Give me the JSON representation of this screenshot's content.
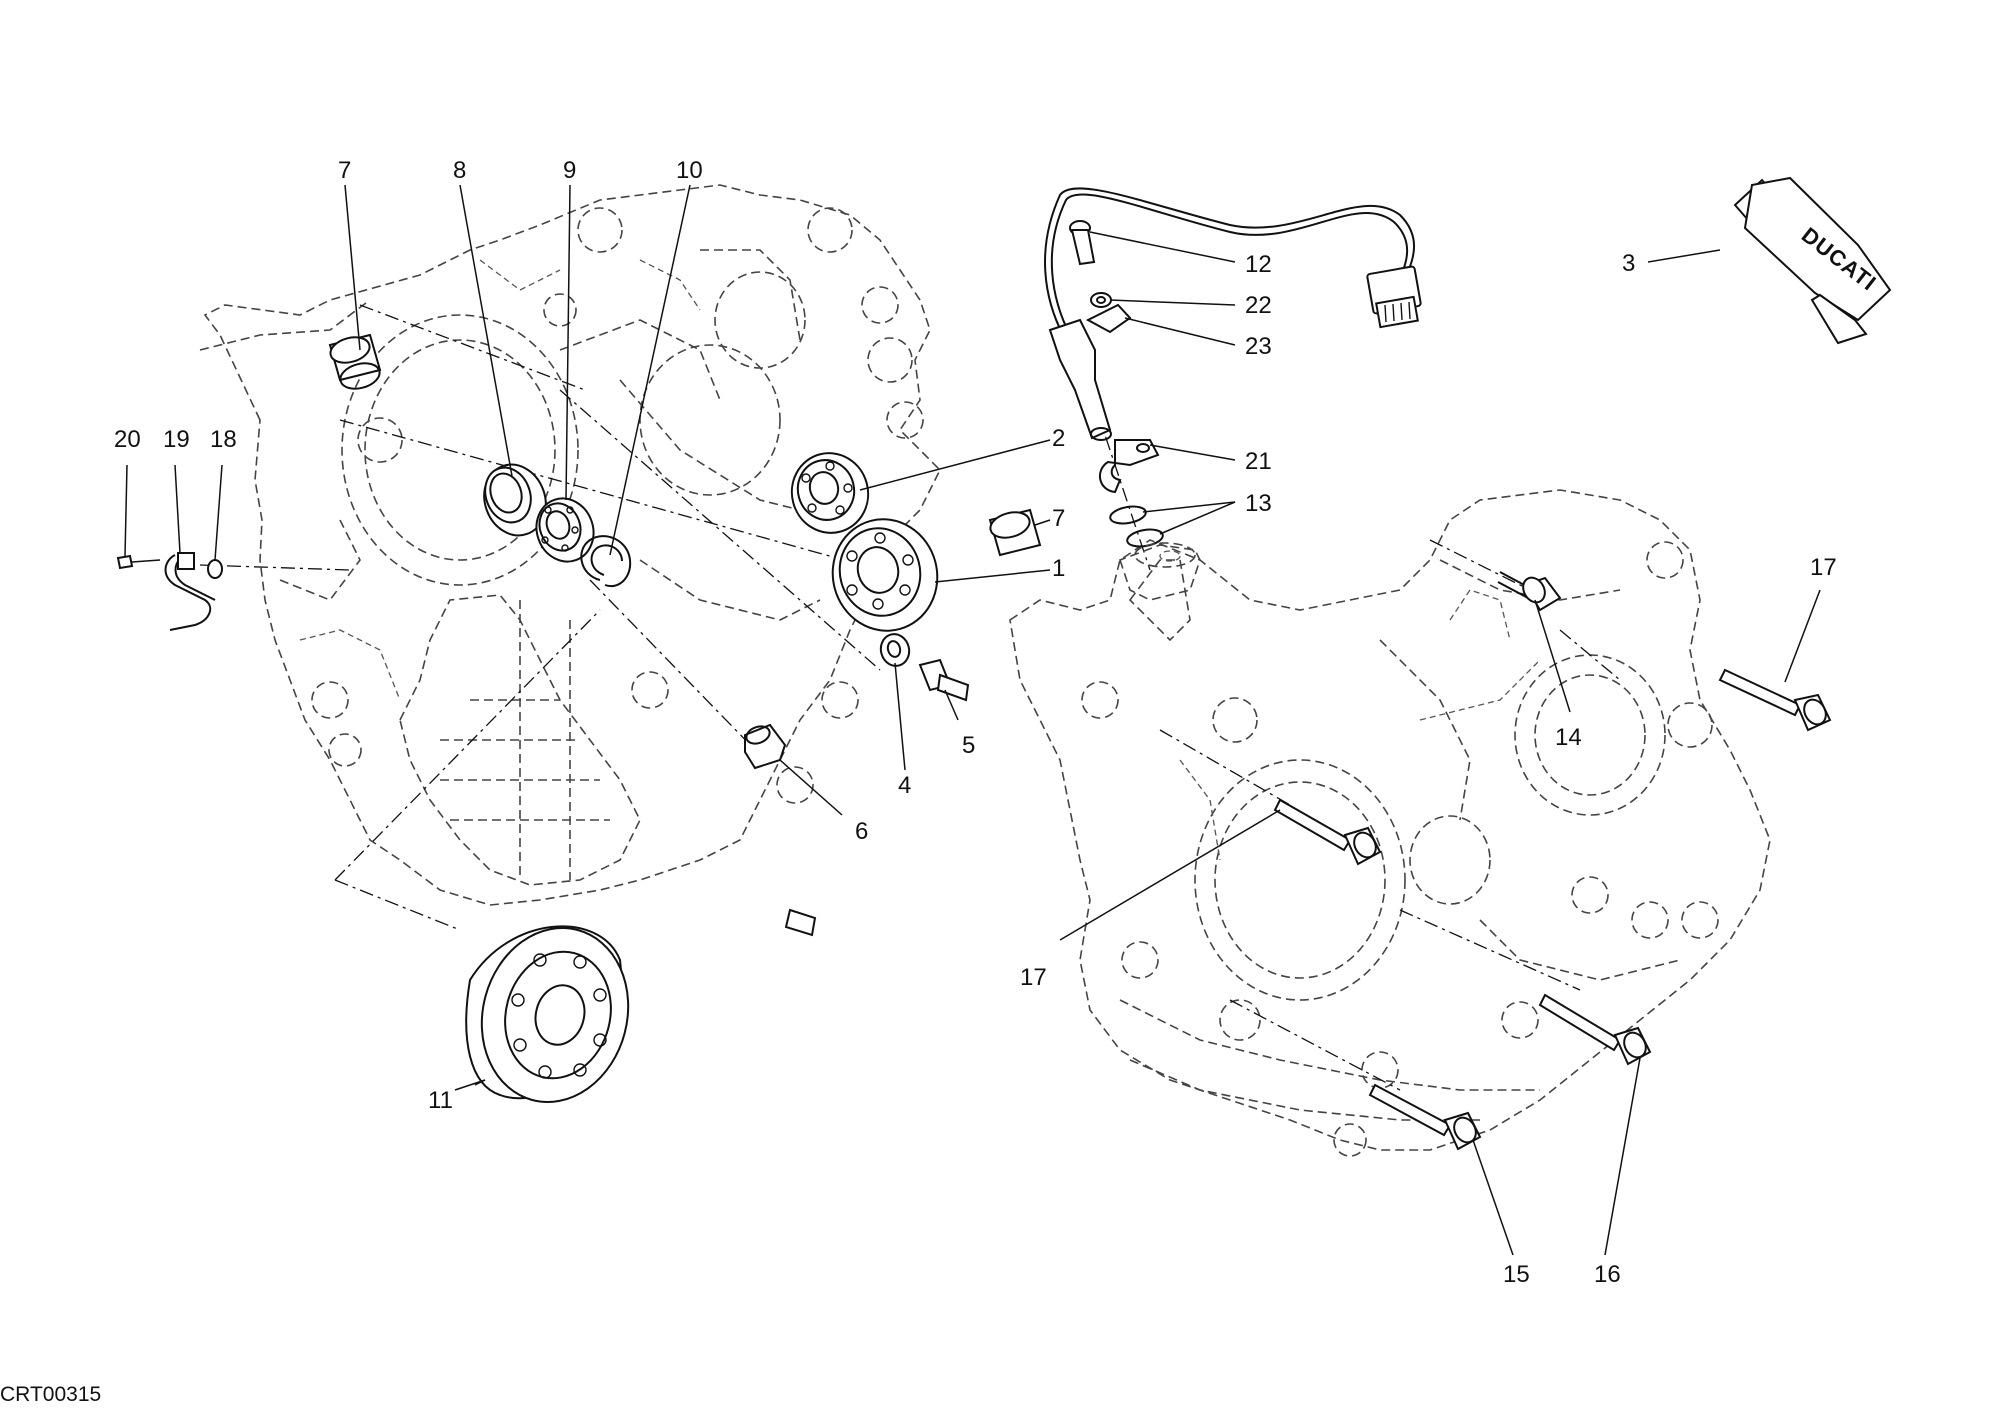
{
  "diagram_code": "CRT00315",
  "brand_text": "DUCATI",
  "callouts": [
    "7",
    "8",
    "9",
    "10",
    "20",
    "19",
    "18",
    "2",
    "7",
    "1",
    "4",
    "5",
    "6",
    "11",
    "12",
    "22",
    "23",
    "21",
    "13",
    "3",
    "17",
    "14",
    "17",
    "15",
    "16"
  ]
}
